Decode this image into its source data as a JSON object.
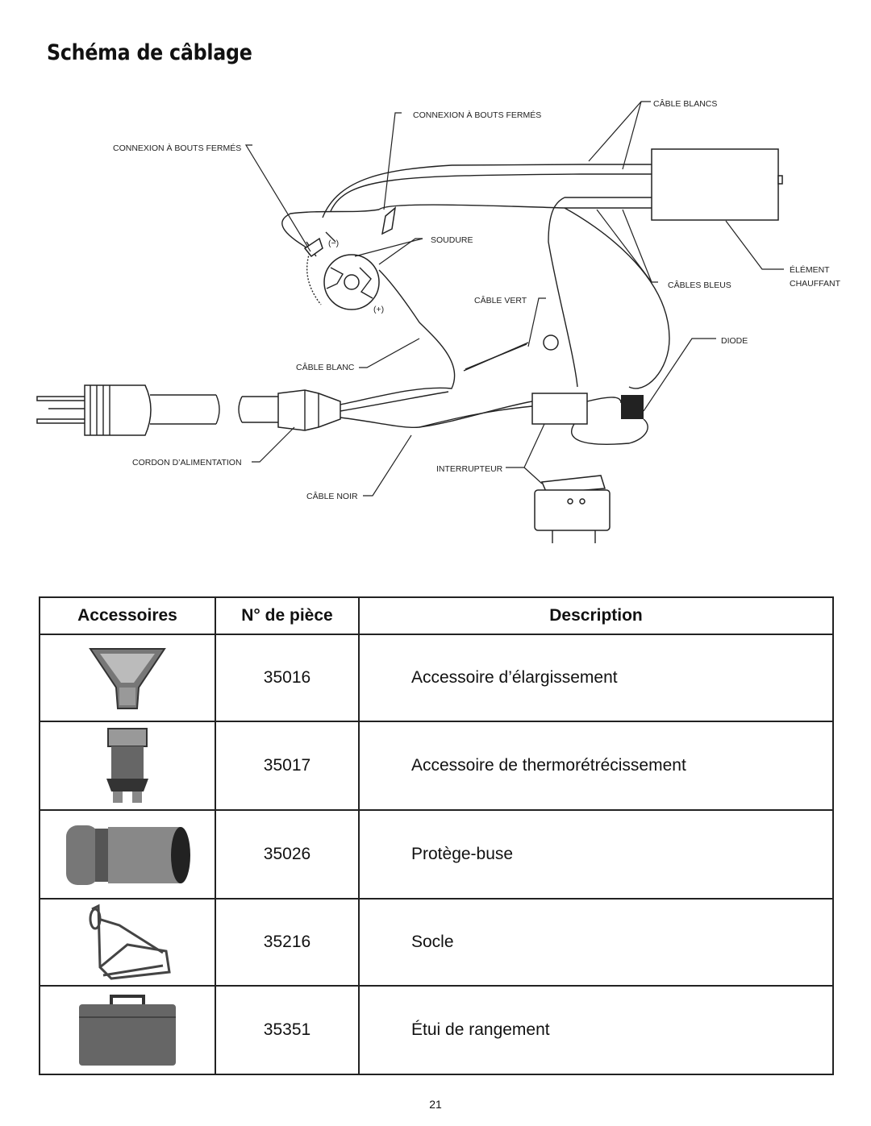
{
  "page": {
    "title": "Schéma de câblage",
    "page_number": "21"
  },
  "diagram": {
    "labels": {
      "connexion_left": "CONNEXION À BOUTS FERMÉS",
      "connexion_top": "CONNEXION À BOUTS FERMÉS",
      "cable_blancs": "CÂBLE BLANCS",
      "soudure": "SOUDURE",
      "cables_bleus": "CÂBLES BLEUS",
      "element_line1": "ÉLÉMENT",
      "element_line2": "CHAUFFANT",
      "cable_vert": "CÂBLE VERT",
      "diode": "DIODE",
      "cable_blanc": "CÂBLE BLANC",
      "cordon": "CORDON D’ALIMENTATION",
      "interrupteur": "INTERRUPTEUR",
      "cable_noir": "CÂBLE NOIR",
      "minus": "(−)",
      "plus": "(+)"
    }
  },
  "table": {
    "headers": {
      "accessoires": "Accessoires",
      "piece": "N° de pièce",
      "description": "Description"
    },
    "rows": [
      {
        "icon": "spreader-nozzle-icon",
        "number": "35016",
        "description": "Accessoire d’élargissement"
      },
      {
        "icon": "shrink-nozzle-icon",
        "number": "35017",
        "description": "Accessoire de thermorétrécissement"
      },
      {
        "icon": "nozzle-guard-icon",
        "number": "35026",
        "description": "Protège-buse"
      },
      {
        "icon": "stand-icon",
        "number": "35216",
        "description": "Socle"
      },
      {
        "icon": "storage-case-icon",
        "number": "35351",
        "description": "Étui de rangement"
      }
    ]
  }
}
